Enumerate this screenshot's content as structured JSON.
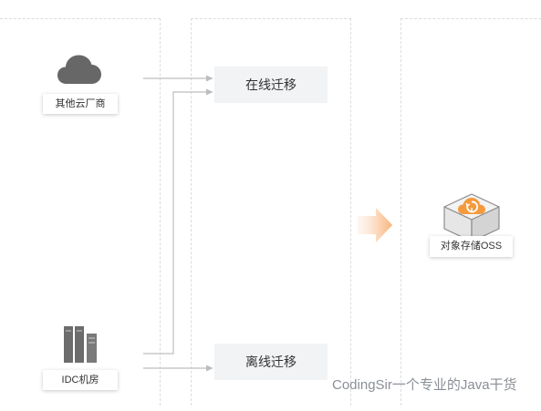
{
  "sources": {
    "cloud": {
      "label": "其他云厂商",
      "icon": "cloud-icon"
    },
    "idc": {
      "label": "IDC机房",
      "icon": "server-icon"
    }
  },
  "methods": {
    "online": "在线迁移",
    "offline": "离线迁移"
  },
  "target": {
    "label": "对象存储OSS",
    "icon": "oss-storage-icon"
  },
  "watermark": "CodingSir一个专业的Java干货",
  "colors": {
    "arrow": "#bdbdbd",
    "big_arrow": "#f8b27a",
    "method_bg": "#f1f3f5",
    "cloud": "#676767",
    "server": "#6c6c6c",
    "oss_accent": "#f49a3d"
  }
}
